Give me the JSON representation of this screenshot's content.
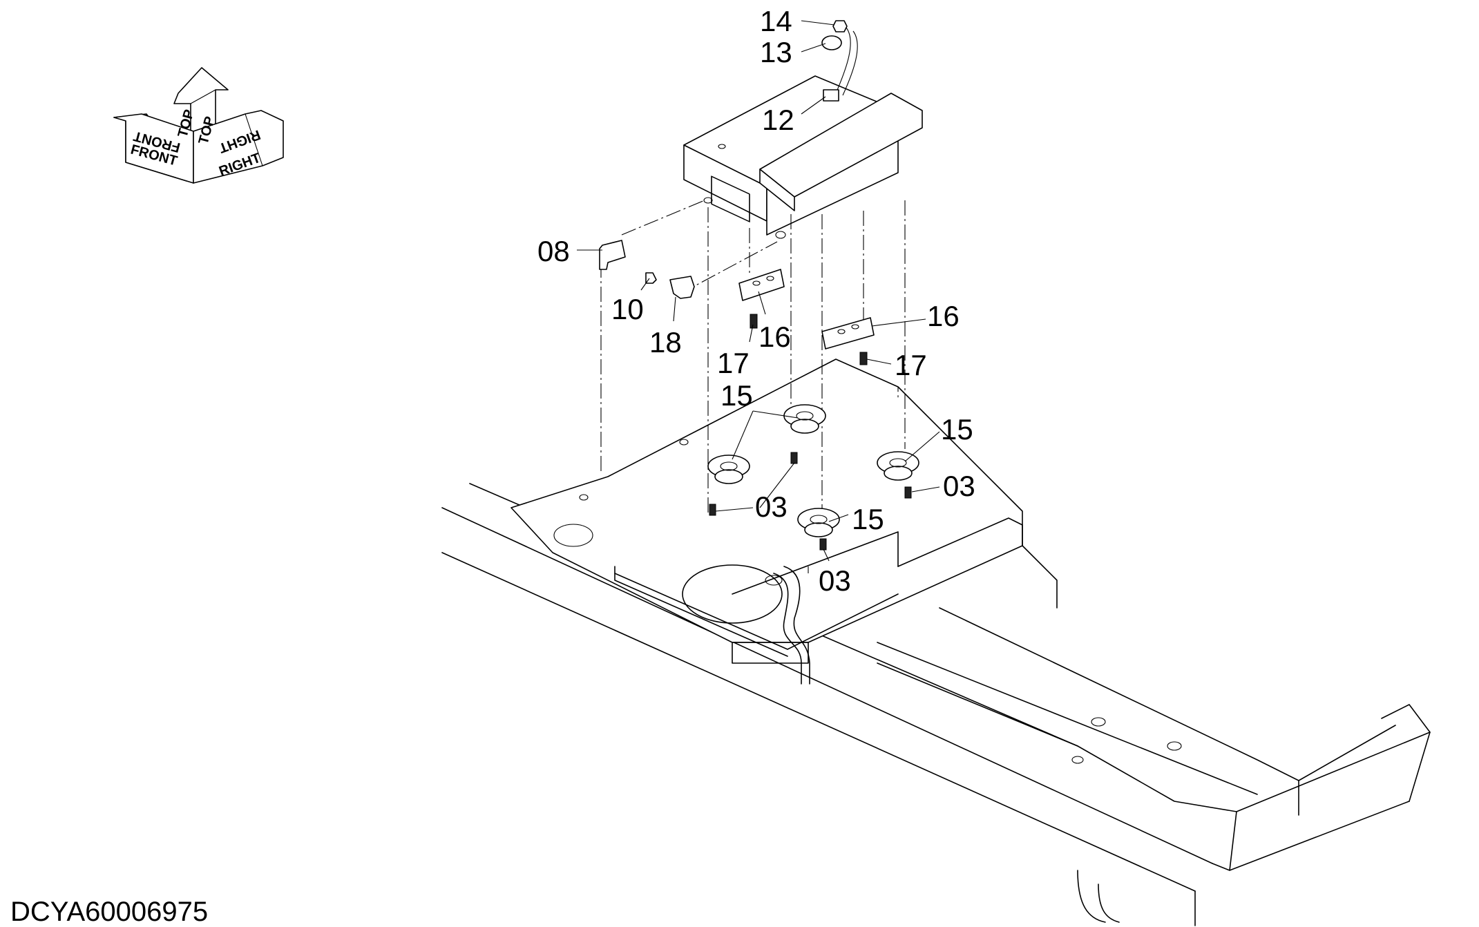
{
  "drawing_code": "DCYA60006975",
  "orientation": {
    "top": "TOP",
    "front": "FRONT",
    "right": "RIGHT"
  },
  "callouts": [
    {
      "id": "c14",
      "text": "14"
    },
    {
      "id": "c13",
      "text": "13"
    },
    {
      "id": "c12",
      "text": "12"
    },
    {
      "id": "c08",
      "text": "08"
    },
    {
      "id": "c10",
      "text": "10"
    },
    {
      "id": "c18",
      "text": "18"
    },
    {
      "id": "c16a",
      "text": "16"
    },
    {
      "id": "c17a",
      "text": "17"
    },
    {
      "id": "c16b",
      "text": "16"
    },
    {
      "id": "c17b",
      "text": "17"
    },
    {
      "id": "c15a",
      "text": "15"
    },
    {
      "id": "c15b",
      "text": "15"
    },
    {
      "id": "c03a",
      "text": "03"
    },
    {
      "id": "c03b",
      "text": "03"
    },
    {
      "id": "c15c",
      "text": "15"
    },
    {
      "id": "c03c",
      "text": "03"
    }
  ]
}
